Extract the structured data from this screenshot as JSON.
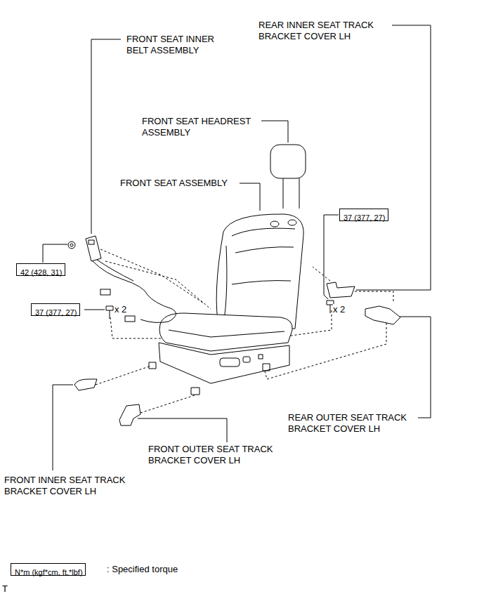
{
  "diagram": {
    "nodes": [
      {
        "text": [
          "37 (377, 27)"
        ]
      },
      {
        "text": [
          "42 (428, 31)"
        ]
      },
      {
        "text": [
          "37 (377, 27)"
        ]
      },
      {
        "text": [
          "N*m (kgf*cm, ft.*lbf)"
        ]
      }
    ],
    "labels": [
      "FRONT SEAT INNER BELT ASSEMBLY",
      "REAR INNER SEAT TRACK BRACKET COVER LH",
      "FRONT SEAT HEADREST ASSEMBLY",
      "FRONT SEAT ASSEMBLY",
      "x 2",
      "x 2",
      "REAR OUTER SEAT TRACK BRACKET COVER LH",
      "FRONT OUTER SEAT TRACK BRACKET COVER LH",
      "FRONT INNER SEAT TRACK BRACKET COVER LH",
      ": Specified torque",
      "T"
    ]
  }
}
